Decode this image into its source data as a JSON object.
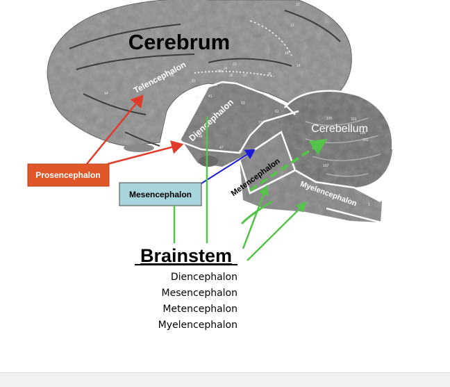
{
  "labels": {
    "cerebrum": "Cerebrum",
    "telencephalon": "Telencephalon",
    "diencephalon": "Diencephalon",
    "cerebellum": "Cerebellum",
    "metencephalon": "Metencephalon",
    "myelencephalon": "Myelencephalon",
    "prosencephalon": "Prosencephalon",
    "mesencephalon": "Mesencephalon",
    "brainstem": "Brainstem"
  },
  "brainstem_parts": [
    "Diencephalon",
    "Mesencephalon",
    "Metencephalon",
    "Myelencephalon"
  ],
  "area_numbers": [
    "12",
    "13",
    "14",
    "14",
    "23",
    "24",
    "26",
    "31",
    "32",
    "33b",
    "37",
    "38",
    "20",
    "41",
    "53",
    "62",
    "73",
    "29",
    "37",
    "46",
    "47",
    "50",
    "100",
    "101",
    "102",
    "104",
    "107",
    "14",
    "1"
  ],
  "colors": {
    "prosencephalon_box": "#e0572a",
    "mesencephalon_box": "#a8d4dc",
    "red_arrow": "#e03a2a",
    "blue_arrow": "#1a1adb",
    "green_line": "#55c24a"
  }
}
